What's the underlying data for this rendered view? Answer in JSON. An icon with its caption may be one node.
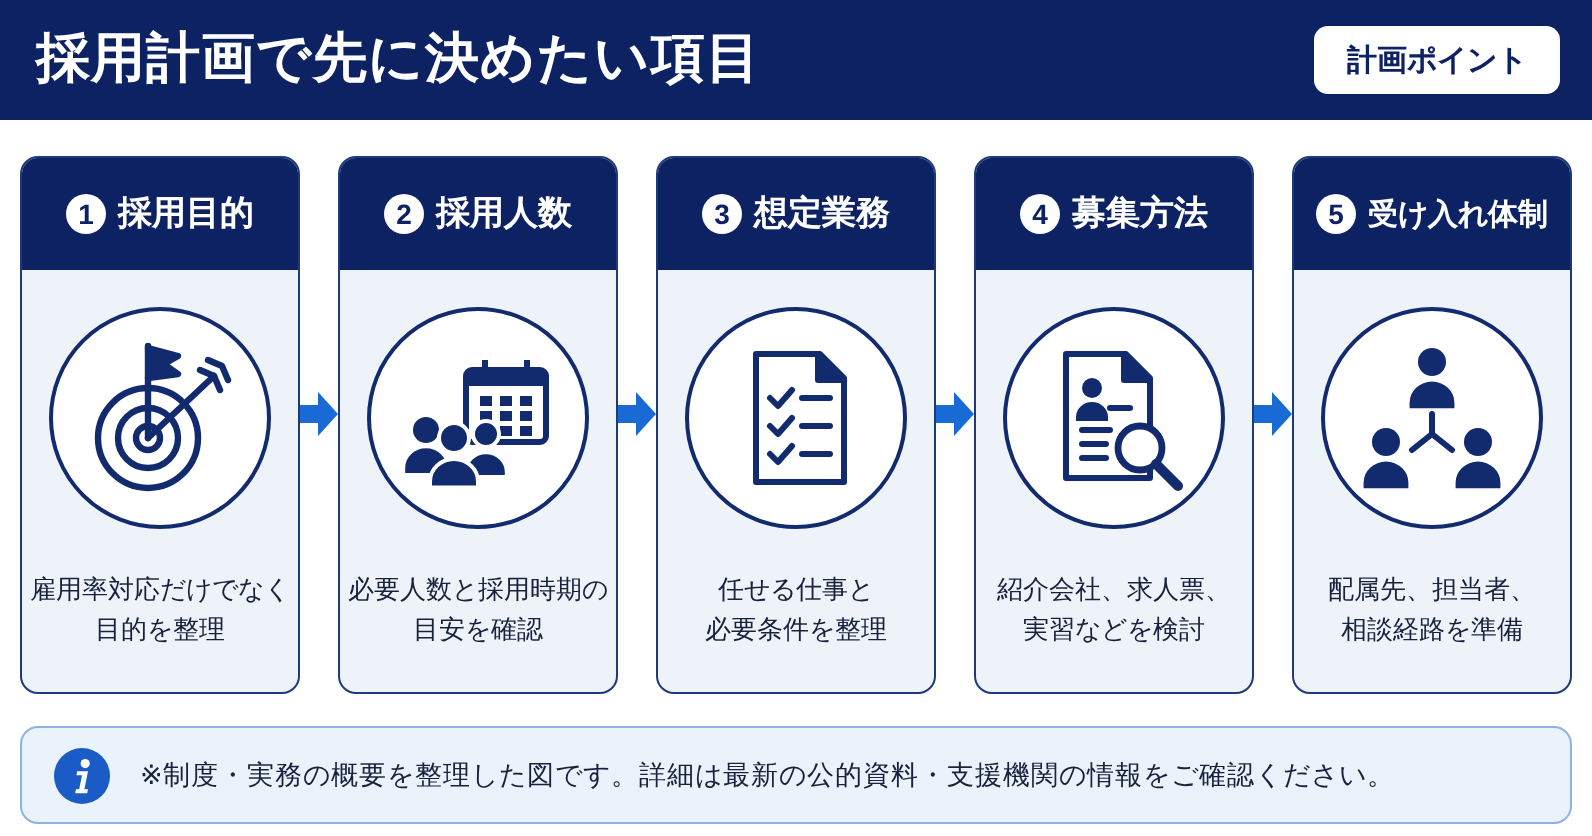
{
  "diagram": {
    "title": "採用計画で先に決めたい項目",
    "nodes": [
      {
        "text": [
          "計画ポイント"
        ]
      },
      {
        "text": [
          "1",
          "採用目的",
          "雇用率対応だけでなく目的を整理"
        ]
      },
      {
        "text": [
          "2",
          "採用人数",
          "必要人数と採用時期の目安を確認"
        ]
      },
      {
        "text": [
          "3",
          "想定業務",
          "任せる仕事と必要条件を整理"
        ]
      },
      {
        "text": [
          "4",
          "募集方法",
          "紹介会社、求人票、実習などを検討"
        ]
      },
      {
        "text": [
          "5",
          "受け入れ体制",
          "配属先、担当者、相談経路を準備"
        ]
      },
      {
        "text": [
          "※制度・実務の概要を整理した図です。詳細は最新の公的資料・支援機関の情報をご確認ください。"
        ]
      }
    ],
    "edges": [
      {
        "from": 1,
        "to": 2,
        "arrow": "to"
      },
      {
        "from": 2,
        "to": 3,
        "arrow": "to"
      },
      {
        "from": 3,
        "to": 4,
        "arrow": "to"
      },
      {
        "from": 4,
        "to": 5,
        "arrow": "to"
      }
    ]
  }
}
